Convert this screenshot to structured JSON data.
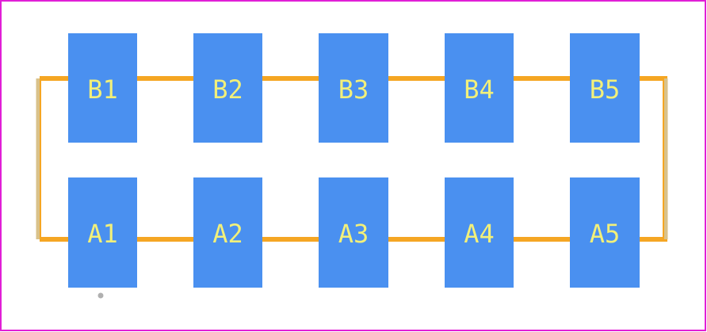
{
  "colors": {
    "background": "#ffffff",
    "frame": "#e11fd6",
    "silkscreen": "#f5a623",
    "silkscreen_edge": "#d9c28a",
    "pad": "#4a90f0",
    "pad_label": "#f2f07a",
    "origin_marker": "#b0b0b0"
  },
  "pads": {
    "top_row": [
      "B1",
      "B2",
      "B3",
      "B4",
      "B5"
    ],
    "bottom_row": [
      "A1",
      "A2",
      "A3",
      "A4",
      "A5"
    ]
  },
  "icons": {
    "origin": "origin-dot-icon"
  }
}
